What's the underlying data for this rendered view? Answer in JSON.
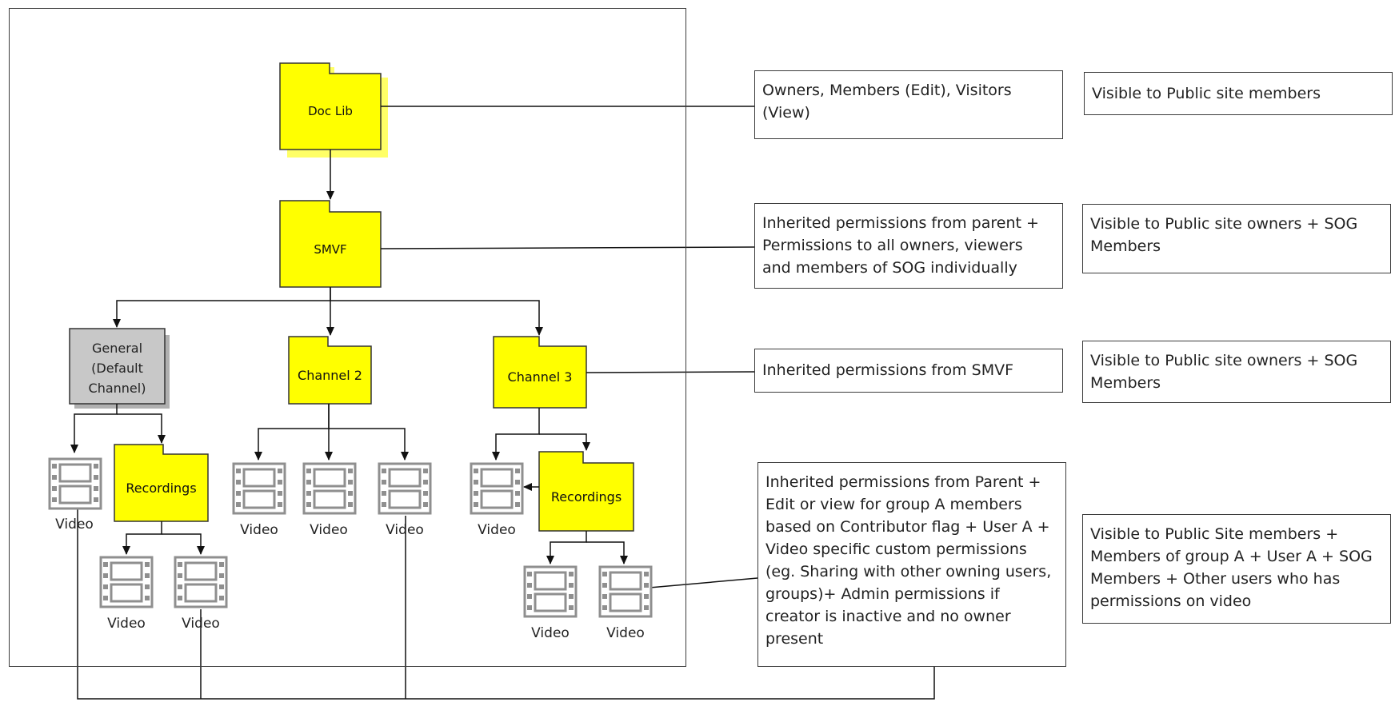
{
  "folders": {
    "doclib": "Doc Lib",
    "smvf": "SMVF",
    "general": "General (Default Channel)",
    "channel2": "Channel 2",
    "channel3": "Channel 3",
    "recordings_general": "Recordings",
    "recordings_channel3": "Recordings"
  },
  "video_label": "Video",
  "permissions": {
    "doclib": "Owners, Members (Edit), Visitors (View)",
    "smvf": "Inherited permissions from parent + Permissions to all owners, viewers and members of SOG individually",
    "channel3": "Inherited permissions from SMVF",
    "video": "Inherited permissions from Parent + Edit or view for group A members based on Contributor flag + User A + Video specific custom permissions (eg. Sharing with other owning users, groups)+ Admin permissions if creator is inactive and no owner present"
  },
  "visibility": {
    "doclib": "Visible to Public site members",
    "smvf": "Visible to Public site owners + SOG Members",
    "channel3": "Visible to Public site owners + SOG Members",
    "video": "Visible to Public Site members + Members of group A + User A + SOG Members + Other users who has permissions on video"
  },
  "colors": {
    "folder_fill": "#ffff00",
    "general_fill": "#c8c8c8",
    "stroke": "#3c3c3c",
    "icon": "#8f8f8f"
  }
}
